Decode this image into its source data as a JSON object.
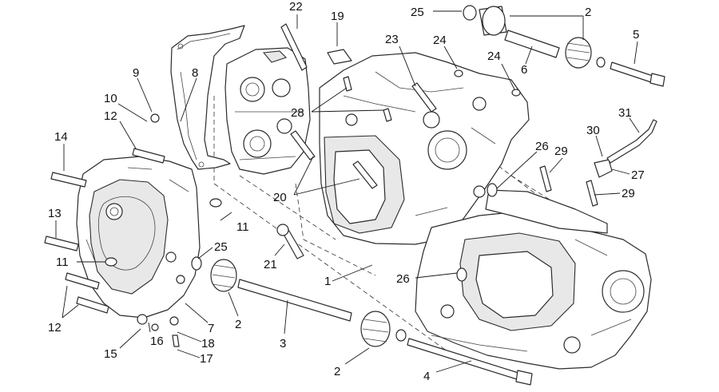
{
  "callouts": [
    {
      "id": "c22",
      "text": "22"
    },
    {
      "id": "c19",
      "text": "19"
    },
    {
      "id": "c25a",
      "text": "25"
    },
    {
      "id": "c2a",
      "text": "2"
    },
    {
      "id": "c5",
      "text": "5"
    },
    {
      "id": "c23",
      "text": "23"
    },
    {
      "id": "c24a",
      "text": "24"
    },
    {
      "id": "c24b",
      "text": "24"
    },
    {
      "id": "c6",
      "text": "6"
    },
    {
      "id": "c9",
      "text": "9"
    },
    {
      "id": "c8",
      "text": "8"
    },
    {
      "id": "c10",
      "text": "10"
    },
    {
      "id": "c12a",
      "text": "12"
    },
    {
      "id": "c28",
      "text": "28"
    },
    {
      "id": "c31",
      "text": "31"
    },
    {
      "id": "c14",
      "text": "14"
    },
    {
      "id": "c30",
      "text": "30"
    },
    {
      "id": "c26a",
      "text": "26"
    },
    {
      "id": "c29a",
      "text": "29"
    },
    {
      "id": "c27",
      "text": "27"
    },
    {
      "id": "c20",
      "text": "20"
    },
    {
      "id": "c29b",
      "text": "29"
    },
    {
      "id": "c13",
      "text": "13"
    },
    {
      "id": "c11a",
      "text": "11"
    },
    {
      "id": "c25b",
      "text": "25"
    },
    {
      "id": "c21",
      "text": "21"
    },
    {
      "id": "c11b",
      "text": "11"
    },
    {
      "id": "c26b",
      "text": "26"
    },
    {
      "id": "c1",
      "text": "1"
    },
    {
      "id": "c7",
      "text": "7"
    },
    {
      "id": "c2b",
      "text": "2"
    },
    {
      "id": "c12b",
      "text": "12"
    },
    {
      "id": "c3",
      "text": "3"
    },
    {
      "id": "c16",
      "text": "16"
    },
    {
      "id": "c18",
      "text": "18"
    },
    {
      "id": "c15",
      "text": "15"
    },
    {
      "id": "c17",
      "text": "17"
    },
    {
      "id": "c2c",
      "text": "2"
    },
    {
      "id": "c4",
      "text": "4"
    }
  ]
}
